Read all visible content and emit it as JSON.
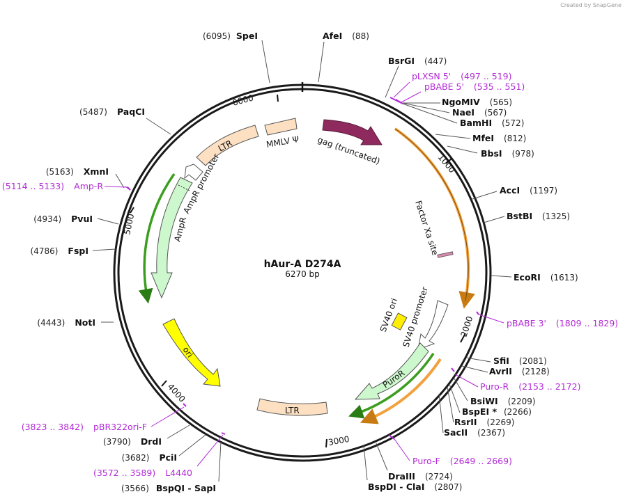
{
  "credit": "Created by SnapGene",
  "plasmid": {
    "name": "hAur-A D274A",
    "size_label": "6270 bp"
  },
  "ticks": [
    "6000",
    "1000",
    "2000",
    "3000",
    "4000",
    "5000"
  ],
  "sites": [
    {
      "name": "SpeI",
      "pos": "(6095)"
    },
    {
      "name": "AfeI",
      "pos": "(88)"
    },
    {
      "name": "BsrGI",
      "pos": "(447)"
    },
    {
      "name": "NgoMIV",
      "pos": "(565)"
    },
    {
      "name": "NaeI",
      "pos": "(567)"
    },
    {
      "name": "BamHI",
      "pos": "(572)"
    },
    {
      "name": "MfeI",
      "pos": "(812)"
    },
    {
      "name": "BbsI",
      "pos": "(978)"
    },
    {
      "name": "AccI",
      "pos": "(1197)"
    },
    {
      "name": "BstBI",
      "pos": "(1325)"
    },
    {
      "name": "EcoRI",
      "pos": "(1613)"
    },
    {
      "name": "SfiI",
      "pos": "(2081)"
    },
    {
      "name": "AvrII",
      "pos": "(2128)"
    },
    {
      "name": "BsiWI",
      "pos": "(2209)"
    },
    {
      "name": "BspEI *",
      "pos": "(2266)"
    },
    {
      "name": "RsrII",
      "pos": "(2269)"
    },
    {
      "name": "SacII",
      "pos": "(2367)"
    },
    {
      "name": "DraIII",
      "pos": "(2724)"
    },
    {
      "name": "BspDI  -  ClaI",
      "pos": "(2807)"
    },
    {
      "name": "BspQI  -  SapI",
      "pos": "(3566)"
    },
    {
      "name": "PciI",
      "pos": "(3682)"
    },
    {
      "name": "DrdI",
      "pos": "(3790)"
    },
    {
      "name": "NotI",
      "pos": "(4443)"
    },
    {
      "name": "FspI",
      "pos": "(4786)"
    },
    {
      "name": "PvuI",
      "pos": "(4934)"
    },
    {
      "name": "XmnI",
      "pos": "(5163)"
    },
    {
      "name": "PaqCI",
      "pos": "(5487)"
    }
  ],
  "primers": [
    {
      "name": "pLXSN 5'",
      "range": "(497 .. 519)"
    },
    {
      "name": "pBABE 5'",
      "range": "(535 .. 551)"
    },
    {
      "name": "pBABE 3'",
      "range": "(1809 .. 1829)"
    },
    {
      "name": "Puro-R",
      "range": "(2153 .. 2172)"
    },
    {
      "name": "Puro-F",
      "range": "(2649 .. 2669)"
    },
    {
      "name": "L4440",
      "range": "(3572 .. 3589)"
    },
    {
      "name": "pBR322ori-F",
      "range": "(3823 .. 3842)"
    },
    {
      "name": "Amp-R",
      "range": "(5114 .. 5133)"
    }
  ],
  "features": [
    {
      "name": "MMLV Ψ",
      "color": "#fde0c2"
    },
    {
      "name": "gag (truncated)",
      "color": "#8e2a5e"
    },
    {
      "name": "LTR",
      "color": "#fde0c2"
    },
    {
      "name": "AmpR promoter",
      "color": "#ffffff"
    },
    {
      "name": "AmpR",
      "color": "#cdf8cd"
    },
    {
      "name": "ori",
      "color": "#ffff00"
    },
    {
      "name": "LTR",
      "color": "#fde0c2"
    },
    {
      "name": "Factor Xa site",
      "color": "#d88aae"
    },
    {
      "name": "SV40 ori",
      "color": "#ffee00"
    },
    {
      "name": "SV40 promoter",
      "color": "#ffffff"
    },
    {
      "name": "PuroR",
      "color": "#cdf8cd"
    }
  ],
  "colors": {
    "primer": "#b22ad6",
    "orf_orange": "#f2a13c",
    "orf_green": "#3b9e1f",
    "backbone": "#1a1a1a",
    "snapgene_logo": "#2e8fd6"
  }
}
